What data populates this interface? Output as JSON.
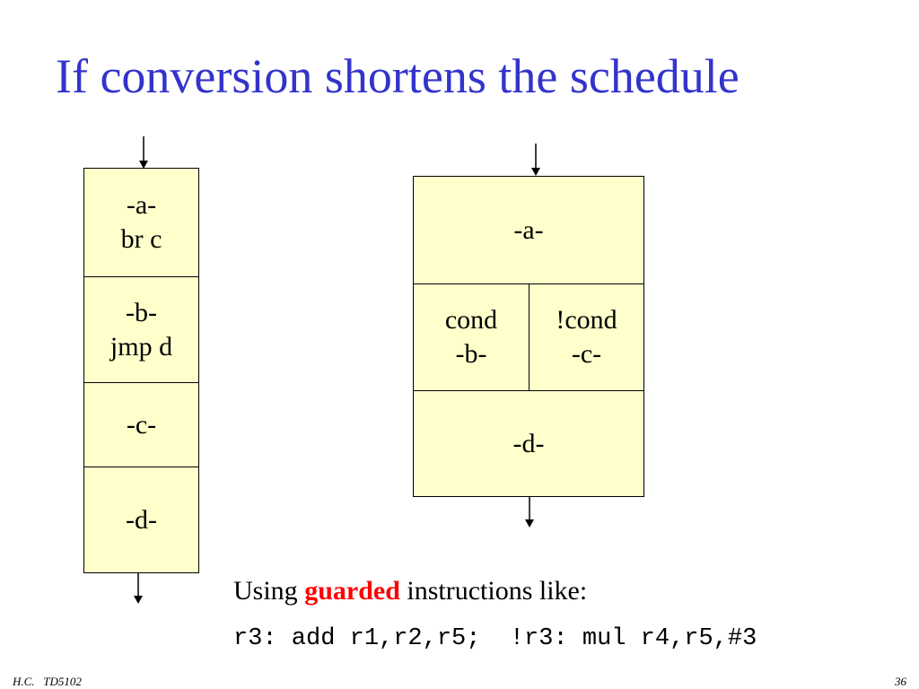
{
  "title": "If conversion shortens the schedule",
  "left_diagram": {
    "blocks": [
      {
        "line1": "-a-",
        "line2": "br c"
      },
      {
        "line1": "-b-",
        "line2": "jmp d"
      },
      {
        "line1": "-c-",
        "line2": ""
      },
      {
        "line1": "-d-",
        "line2": ""
      }
    ]
  },
  "right_diagram": {
    "top": "-a-",
    "left_branch": {
      "line1": "cond",
      "line2": "-b-"
    },
    "right_branch": {
      "line1": "!cond",
      "line2": "-c-"
    },
    "bottom": "-d-"
  },
  "caption": {
    "prefix": "Using ",
    "highlight": "guarded",
    "suffix": " instructions like:"
  },
  "code_line": "r3: add r1,r2,r5;  !r3: mul r4,r5,#3",
  "footer": {
    "left": "H.C.   TD5102",
    "right": "36"
  },
  "colors": {
    "title": "#3333cc",
    "block_fill": "#ffffcc",
    "highlight": "#ff0000"
  }
}
